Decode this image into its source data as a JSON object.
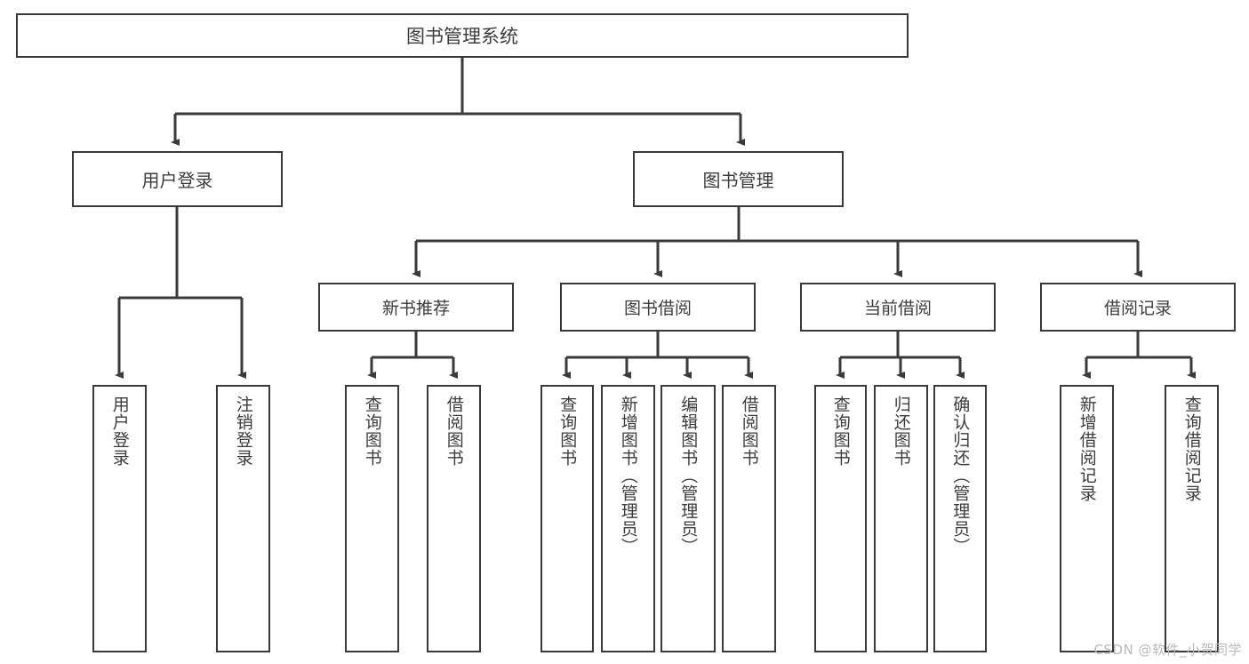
{
  "diagram": {
    "title": "图书管理系统",
    "root": {
      "label": "图书管理系统"
    },
    "level2": [
      {
        "label": "用户登录"
      },
      {
        "label": "图书管理"
      }
    ],
    "level3": [
      {
        "label": "新书推荐"
      },
      {
        "label": "图书借阅"
      },
      {
        "label": "当前借阅"
      },
      {
        "label": "借阅记录"
      }
    ],
    "leaves": {
      "user_login": [
        {
          "label": "用户登录"
        },
        {
          "label": "注销登录"
        }
      ],
      "new_book_recommend": [
        {
          "label": "查询图书"
        },
        {
          "label": "借阅图书"
        }
      ],
      "book_borrow": [
        {
          "label": "查询图书"
        },
        {
          "label": "新增图书（管理员）"
        },
        {
          "label": "编辑图书（管理员）"
        },
        {
          "label": "借阅图书"
        }
      ],
      "current_borrow": [
        {
          "label": "查询图书"
        },
        {
          "label": "归还图书"
        },
        {
          "label": "确认归还（管理员）"
        }
      ],
      "borrow_record": [
        {
          "label": "新增借阅记录"
        },
        {
          "label": "查询借阅记录"
        }
      ]
    }
  },
  "watermark": {
    "text": "CSDN @软件_小贺同学"
  },
  "colors": {
    "stroke": "#3a3a3a",
    "text": "#3c3c3c",
    "background": "#ffffff",
    "watermark": "#b9b9b9"
  }
}
